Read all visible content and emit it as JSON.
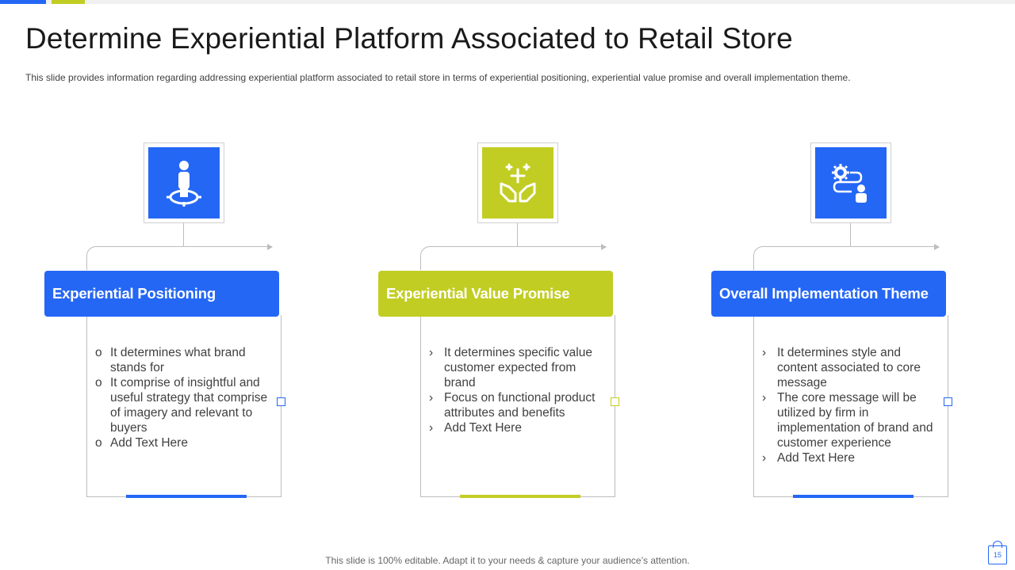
{
  "slide": {
    "title": "Determine Experiential Platform Associated to Retail Store",
    "subtitle": "This slide provides information regarding addressing experiential platform associated to retail store in terms of experiential positioning, experiential value promise and overall implementation theme.",
    "footer": "This slide is 100% editable. Adapt it to your needs & capture your audience’s attention.",
    "page_number": "15"
  },
  "colors": {
    "blue": "#2567f5",
    "lime": "#c2cd23",
    "line": "#bdbdbd"
  },
  "cards": [
    {
      "heading": "Experiential Positioning",
      "icon": "person-target-icon",
      "accent": "#2567f5",
      "bullet": "o",
      "items": [
        "It determines what brand stands for",
        "It comprise of insightful and useful strategy that comprise of imagery and relevant to buyers",
        "Add Text Here"
      ]
    },
    {
      "heading": "Experiential Value Promise",
      "icon": "hands-sparkle-icon",
      "accent": "#c2cd23",
      "bullet": "›",
      "items": [
        "It determines specific value customer expected from brand",
        "Focus on functional product attributes and benefits",
        "Add Text Here"
      ]
    },
    {
      "heading": "Overall Implementation Theme",
      "icon": "gear-person-path-icon",
      "accent": "#2567f5",
      "bullet": "›",
      "items": [
        "It determines style and content associated to core message",
        "The core message will be utilized by firm in implementation of brand and customer  experience",
        "Add Text Here"
      ]
    }
  ]
}
